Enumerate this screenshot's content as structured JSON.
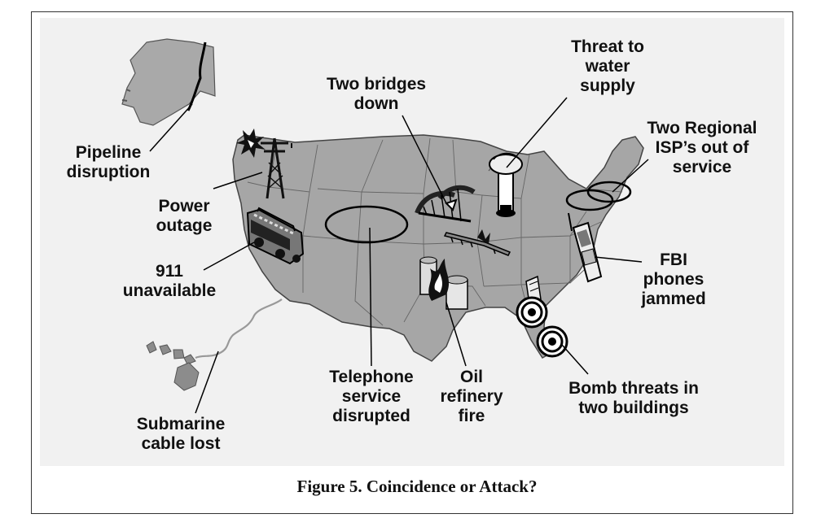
{
  "figure": {
    "caption": "Figure 5.  Coincidence or Attack?",
    "labels": {
      "pipeline": "Pipeline\ndisruption",
      "power": "Power\noutage",
      "nine_one_one": "911\nunavailable",
      "submarine": "Submarine\ncable lost",
      "telephone": "Telephone\nservice\ndisrupted",
      "oil": "Oil\nrefinery\nfire",
      "bridges": "Two bridges\ndown",
      "water": "Threat to\nwater\nsupply",
      "isp": "Two Regional\nISP’s out of\nservice",
      "fbi": "FBI\nphones\njammed",
      "bomb": "Bomb threats in\ntwo buildings"
    }
  }
}
